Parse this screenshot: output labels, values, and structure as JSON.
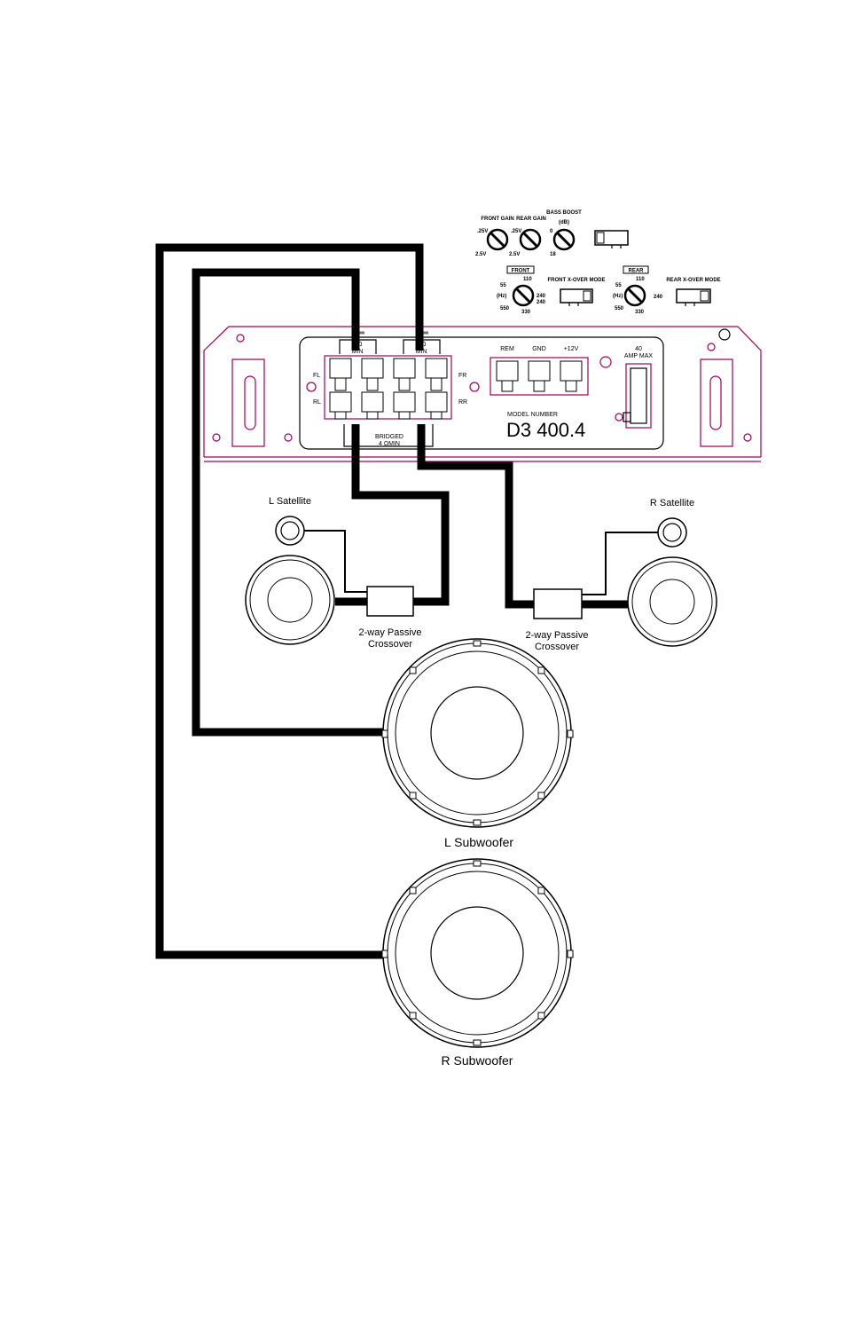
{
  "amplifier": {
    "controls": {
      "front_gain": "FRONT GAIN",
      "rear_gain": "REAR GAIN",
      "bass_boost": "BASS BOOST",
      "bass_boost_unit": "(dB)",
      "gain_min": ".25V",
      "gain_max": "2.5V",
      "boost_min": "0",
      "boost_max": "18",
      "front_box": "FRONT",
      "rear_box": "REAR",
      "front_xover_mode": "FRONT X-OVER MODE",
      "rear_xover_mode": "REAR X-OVER MODE",
      "freq_55": "55",
      "freq_110": "110",
      "freq_240": "240",
      "freq_330": "330",
      "freq_550": "550",
      "hz": "(Hz)"
    },
    "terminals": {
      "fl": "FL",
      "rl": "RL",
      "fr": "FR",
      "rr": "RR",
      "min_2ohm_a": "2 Ω",
      "min_2ohm_b": "MIN",
      "bridged": "BRIDGED",
      "bridged_min": "4 ΩMIN",
      "rem": "REM",
      "gnd": "GND",
      "plus12v": "+12V",
      "fuse_rating": "40",
      "fuse_label": "AMP MAX"
    },
    "model_label": "MODEL NUMBER",
    "model_number": "D3 400.4"
  },
  "speakers": {
    "l_satellite": "L Satellite",
    "r_satellite": "R Satellite",
    "crossover_line1": "2-way Passive",
    "crossover_line2": "Crossover",
    "l_subwoofer": "L Subwoofer",
    "r_subwoofer": "R Subwoofer"
  },
  "colors": {
    "wire": "#000000",
    "amp_outline": "#a0005a"
  }
}
